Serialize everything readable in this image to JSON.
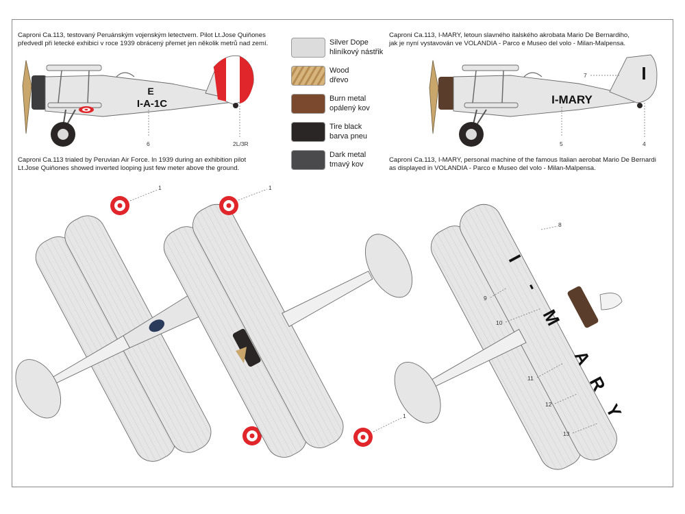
{
  "captions": {
    "peru_cz": [
      "Caproni Ca.113, testovaný Peruánským vojenským letectvem. Pilot Lt.Jose Quiňones",
      "předvedl při letecké exhibici v roce 1939 obrácený přemet jen několik metrů nad zemí."
    ],
    "imary_cz": [
      "Caproni Ca.113, I-MARY, letoun slavného italského akrobata Mario De Bernardiho,",
      "jak je nyní vystavován ve VOLANDIA - Parco e Museo del volo - Milan-Malpensa."
    ],
    "peru_en": [
      "Caproni Ca.113 trialed by Peruvian Air Force. In 1939 during an exhibition pilot",
      "Lt.Jose Quiňones showed inverted looping just few meter above the ground."
    ],
    "imary_en": [
      "Caproni Ca.113, I-MARY, personal machine of the famous Italian aerobat Mario De Bernardi",
      "as displayed in VOLANDIA - Parco e Museo del volo - Milan-Malpensa."
    ]
  },
  "legend": [
    {
      "line1": "Silver Dope",
      "line2": "hliníkový nástřik",
      "color": "#dcdcdc"
    },
    {
      "line1": "Wood",
      "line2": "dřevo",
      "color": "#c9a66b"
    },
    {
      "line1": "Burn metal",
      "line2": "opálený kov",
      "color": "#7b4a2e"
    },
    {
      "line1": "Tire black",
      "line2": "barva pneu",
      "color": "#2a2626"
    },
    {
      "line1": "Dark metal",
      "line2": "tmavý kov",
      "color": "#4a4a4c"
    }
  ],
  "peru_side": {
    "code_top": "E",
    "code_main": "I-A-1C",
    "callout_6": "6",
    "callout_2l3r": "2L/3R"
  },
  "imary_side": {
    "reg": "I-MARY",
    "fin_letter": "I",
    "callout_7": "7",
    "callout_5": "5",
    "callout_4": "4"
  },
  "plan_callouts": {
    "c1": "1",
    "c8": "8",
    "c9": "9",
    "c10": "10",
    "c11": "11",
    "c12": "12",
    "c13": "13"
  },
  "imary_top_letters": [
    "I",
    "-",
    "M",
    "A",
    "R",
    "Y"
  ],
  "colors": {
    "silver": "#e6e6e6",
    "outline": "#6a6a6a",
    "roundel_red": "#e0262a",
    "peru_rudder_red": "#e0262a"
  }
}
